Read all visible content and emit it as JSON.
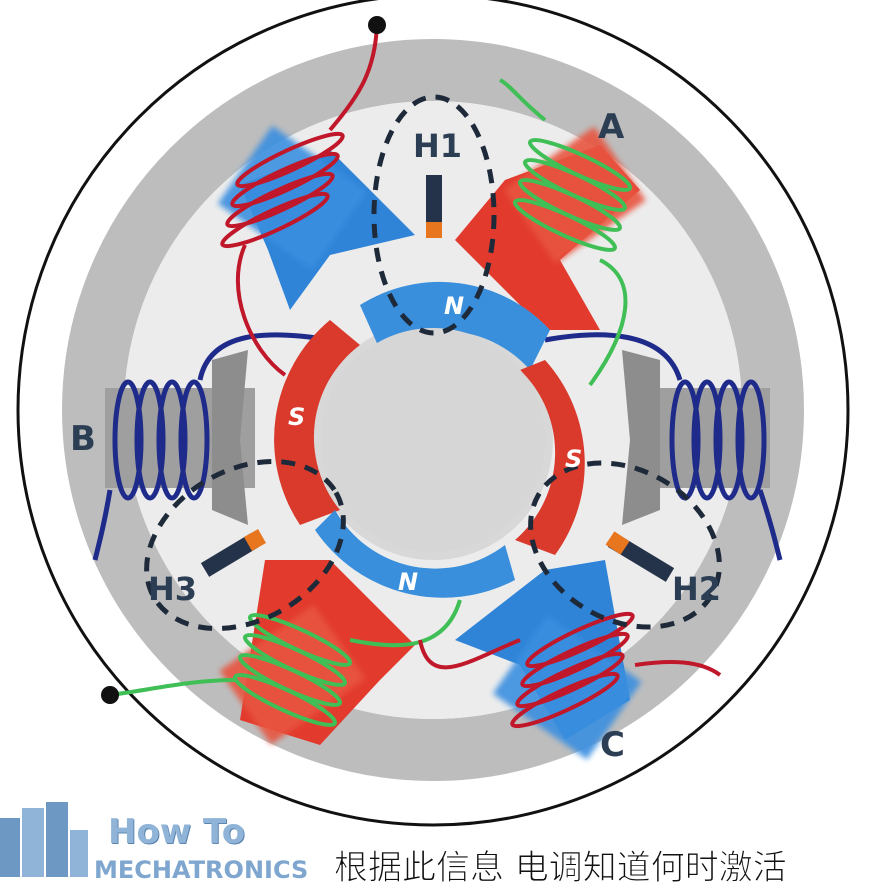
{
  "diagram": {
    "phases": {
      "a": "A",
      "b": "B",
      "c": "C"
    },
    "hall_sensors": {
      "h1": "H1",
      "h2": "H2",
      "h3": "H3"
    },
    "rotor_poles": {
      "n_top": "N",
      "n_bottom": "N",
      "s_left": "S",
      "s_right": "S"
    },
    "colors": {
      "phase_a": "#e23b2e",
      "phase_b": "#1f2b8a",
      "phase_c": "#2f84d8",
      "wire_green": "#3fbf55",
      "wire_red": "#c0182a",
      "stator": "#bcbcbc",
      "rotor_north": "#3a8fdc",
      "rotor_south": "#d93a2c"
    }
  },
  "logo": {
    "line1": "How To",
    "line2": "MECHATRONICS",
    "icon": "building-logo-icon"
  },
  "subtitle": "根据此信息 电调知道何时激活"
}
